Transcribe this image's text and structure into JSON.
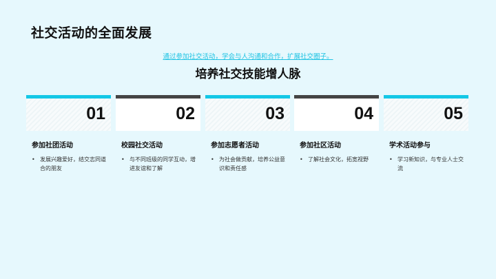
{
  "slide": {
    "title": "社交活动的全面发展",
    "subtitle_link": "通过参加社交活动，学会与人沟通和合作，扩展社交圈子。",
    "section_heading": "培养社交技能增人脉"
  },
  "colors": {
    "background": "#e6f8fd",
    "accent": "#14c8e6",
    "dark_bar": "#444444",
    "link": "#1fc3e3"
  },
  "cards": [
    {
      "number": "01",
      "title": "参加社团活动",
      "bullet": "发展兴趣爱好，结交志同道合的朋友",
      "style": "accent"
    },
    {
      "number": "02",
      "title": "校园社交活动",
      "bullet": "与不同班级的同学互动，增进友谊和了解",
      "style": "dark"
    },
    {
      "number": "03",
      "title": "参加志愿者活动",
      "bullet": "为社会做贡献，培养公益意识和责任感",
      "style": "accent"
    },
    {
      "number": "04",
      "title": "参加社区活动",
      "bullet": "了解社会文化，拓宽视野",
      "style": "dark"
    },
    {
      "number": "05",
      "title": "学术活动参与",
      "bullet": "学习新知识，与专业人士交流",
      "style": "accent"
    }
  ],
  "bullet_glyph": "•"
}
